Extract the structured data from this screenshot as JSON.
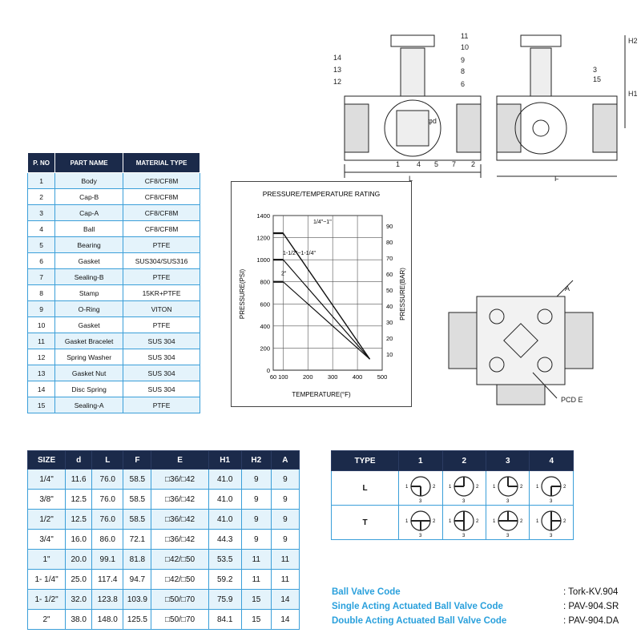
{
  "drawing": {
    "callouts_left": [
      "14",
      "13",
      "12",
      "11",
      "10",
      "9",
      "8",
      "6"
    ],
    "callouts_bottom": [
      "1",
      "4",
      "5",
      "7",
      "2"
    ],
    "callouts_right": [
      "3",
      "15"
    ],
    "dim_labels": {
      "h2": "H2",
      "h1": "H1",
      "l": "L",
      "f": "F",
      "d": "φd",
      "a": "A",
      "pcd": "PCD E"
    }
  },
  "parts_table": {
    "headers": [
      "P. NO",
      "PART NAME",
      "MATERIAL TYPE"
    ],
    "rows": [
      [
        "1",
        "Body",
        "CF8/CF8M"
      ],
      [
        "2",
        "Cap-B",
        "CF8/CF8M"
      ],
      [
        "3",
        "Cap-A",
        "CF8/CF8M"
      ],
      [
        "4",
        "Ball",
        "CF8/CF8M"
      ],
      [
        "5",
        "Bearing",
        "PTFE"
      ],
      [
        "6",
        "Gasket",
        "SUS304/SUS316"
      ],
      [
        "7",
        "Sealing-B",
        "PTFE"
      ],
      [
        "8",
        "Stamp",
        "15KR+PTFE"
      ],
      [
        "9",
        "O-Ring",
        "VITON"
      ],
      [
        "10",
        "Gasket",
        "PTFE"
      ],
      [
        "11",
        "Gasket Bracelet",
        "SUS 304"
      ],
      [
        "12",
        "Spring Washer",
        "SUS 304"
      ],
      [
        "13",
        "Gasket Nut",
        "SUS 304"
      ],
      [
        "14",
        "Disc Spring",
        "SUS 304"
      ],
      [
        "15",
        "Sealing-A",
        "PTFE"
      ]
    ]
  },
  "chart_data": {
    "type": "line",
    "title": "PRESSURE/TEMPERATURE RATING",
    "xlabel": "TEMPERATURE(°F)",
    "ylabel": "PRESSURE(PSI)",
    "y2label": "PRESSURE(BAR)",
    "xlim": [
      60,
      500
    ],
    "ylim": [
      0,
      1400
    ],
    "y2lim": [
      0,
      96.5
    ],
    "x_ticks": [
      60,
      100,
      200,
      300,
      400,
      500
    ],
    "y_ticks": [
      0,
      200,
      400,
      600,
      800,
      1000,
      1200,
      1400
    ],
    "y2_ticks": [
      10,
      20,
      30,
      40,
      50,
      60,
      70,
      80,
      90
    ],
    "grid": true,
    "series": [
      {
        "name": "1/4\"~1\"",
        "x": [
          60,
          100,
          450
        ],
        "y": [
          1240,
          1240,
          100
        ]
      },
      {
        "name": "1-1/2\"~1-1/4\"",
        "x": [
          60,
          100,
          450
        ],
        "y": [
          1000,
          1000,
          100
        ]
      },
      {
        "name": "2\"",
        "x": [
          60,
          100,
          450
        ],
        "y": [
          800,
          800,
          100
        ]
      }
    ]
  },
  "dims_table": {
    "headers": [
      "SIZE",
      "d",
      "L",
      "F",
      "E",
      "H1",
      "H2",
      "A"
    ],
    "rows": [
      [
        "1/4\"",
        "11.6",
        "76.0",
        "58.5",
        "□36/□42",
        "41.0",
        "9",
        "9"
      ],
      [
        "3/8\"",
        "12.5",
        "76.0",
        "58.5",
        "□36/□42",
        "41.0",
        "9",
        "9"
      ],
      [
        "1/2\"",
        "12.5",
        "76.0",
        "58.5",
        "□36/□42",
        "41.0",
        "9",
        "9"
      ],
      [
        "3/4\"",
        "16.0",
        "86.0",
        "72.1",
        "□36/□42",
        "44.3",
        "9",
        "9"
      ],
      [
        "1\"",
        "20.0",
        "99.1",
        "81.8",
        "□42/□50",
        "53.5",
        "11",
        "11"
      ],
      [
        "1- 1/4\"",
        "25.0",
        "117.4",
        "94.7",
        "□42/□50",
        "59.2",
        "11",
        "11"
      ],
      [
        "1- 1/2\"",
        "32.0",
        "123.8",
        "103.9",
        "□50/□70",
        "75.9",
        "15",
        "14"
      ],
      [
        "2\"",
        "38.0",
        "148.0",
        "125.5",
        "□50/□70",
        "84.1",
        "15",
        "14"
      ]
    ]
  },
  "type_table": {
    "headers": [
      "TYPE",
      "1",
      "2",
      "3",
      "4"
    ],
    "rows": [
      "L",
      "T"
    ],
    "port_labels": [
      "1",
      "2",
      "3"
    ]
  },
  "codes": [
    {
      "label": "Ball Valve Code",
      "value": ": Tork-KV.904"
    },
    {
      "label": "Single Acting Actuated Ball Valve Code",
      "value": ": PAV-904.SR"
    },
    {
      "label": "Double Acting Actuated Ball Valve Code",
      "value": ": PAV-904.DA"
    }
  ]
}
